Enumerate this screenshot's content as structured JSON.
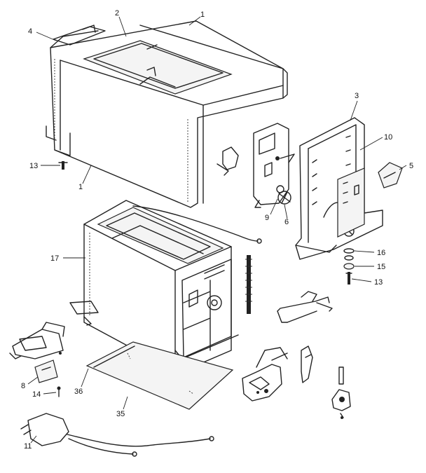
{
  "diagram": {
    "callouts": [
      {
        "id": "c1a",
        "text": "1"
      },
      {
        "id": "c2",
        "text": "2"
      },
      {
        "id": "c4",
        "text": "4"
      },
      {
        "id": "c3",
        "text": "3"
      },
      {
        "id": "c10",
        "text": "10"
      },
      {
        "id": "c5",
        "text": "5"
      },
      {
        "id": "c13a",
        "text": "13"
      },
      {
        "id": "c1b",
        "text": "1"
      },
      {
        "id": "c9",
        "text": "9"
      },
      {
        "id": "c6",
        "text": "6"
      },
      {
        "id": "c16",
        "text": "16"
      },
      {
        "id": "c15",
        "text": "15"
      },
      {
        "id": "c13b",
        "text": "13"
      },
      {
        "id": "c17",
        "text": "17"
      },
      {
        "id": "c8",
        "text": "8"
      },
      {
        "id": "c14",
        "text": "14"
      },
      {
        "id": "c36",
        "text": "36"
      },
      {
        "id": "c35",
        "text": "35"
      },
      {
        "id": "c11",
        "text": "11"
      }
    ]
  }
}
